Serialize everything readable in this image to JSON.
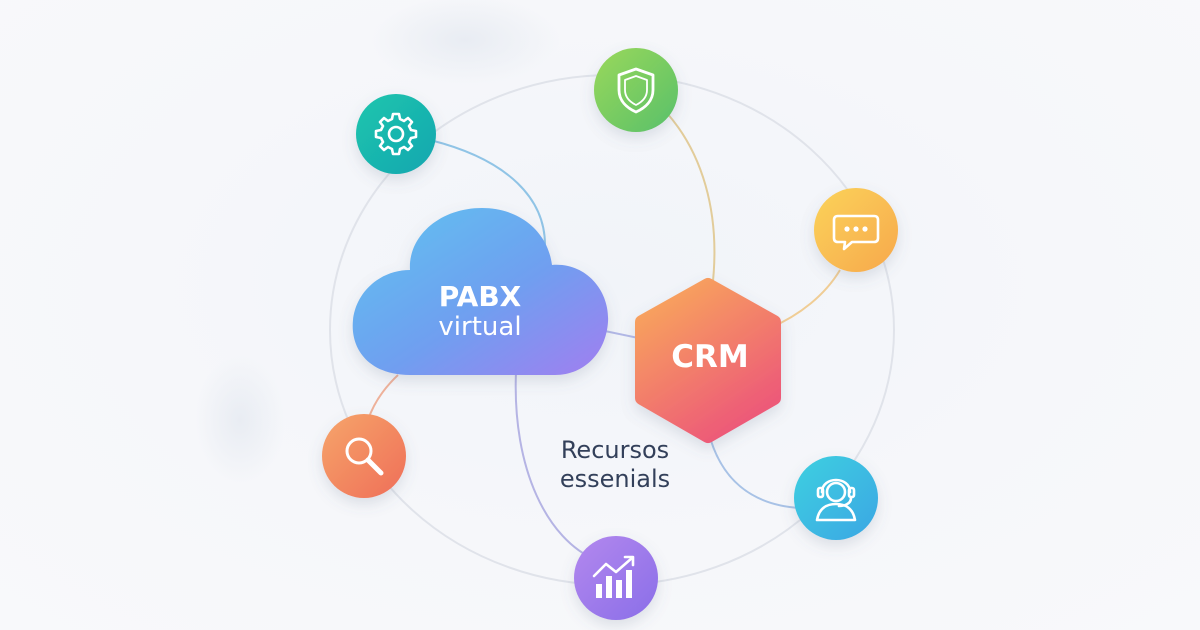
{
  "central_cloud": {
    "line1": "PABX",
    "line2": "virtual"
  },
  "crm_hexagon": {
    "label": "CRM"
  },
  "center_caption": {
    "line1": "Recursos",
    "line2": "essenials"
  },
  "satellite_icons": [
    {
      "icon": "gear-icon",
      "color": "#18b7a8"
    },
    {
      "icon": "shield-icon",
      "color": "#7ccd5a"
    },
    {
      "icon": "chat-icon",
      "color": "#f7c04e"
    },
    {
      "icon": "headset-icon",
      "color": "#30bfdc"
    },
    {
      "icon": "chart-icon",
      "color": "#9a7ae6"
    },
    {
      "icon": "search-icon",
      "color": "#f27d55"
    }
  ],
  "colors": {
    "cloud_gradient": [
      "#5cb8ee",
      "#8e83f0"
    ],
    "crm_gradient": [
      "#f7a35d",
      "#ee5c7a"
    ],
    "ring": "#e0e3ea"
  }
}
